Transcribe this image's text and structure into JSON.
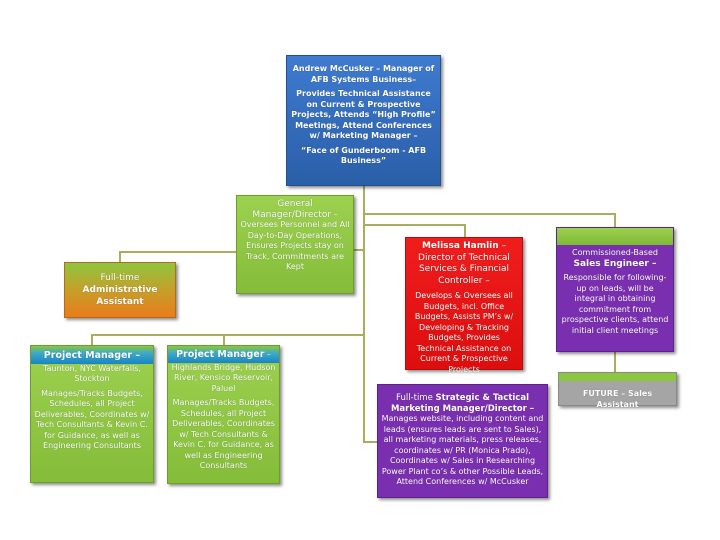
{
  "colors": {
    "connector": "#a9ae5e",
    "top": "#2e66b5",
    "green": "#8dc63f",
    "red": "#e61414",
    "purple": "#7a2fb0",
    "orange": "#e8821e",
    "gray": "#a5a5a5",
    "cyan": "#1a9fd0"
  },
  "top": {
    "title": "Andrew McCusker – Manager of AFB Systems Business–",
    "desc": "Provides Technical Assistance on Current & Prospective Projects, Attends “High Profile” Meetings, Attend Conferences w/ Marketing Manager –",
    "quote": "“Face of Gunderboom - AFB Business”"
  },
  "gm": {
    "title": "General Manager/Director",
    "dash": " –",
    "desc": "Oversees Personnel and All Day-to-Day Operations, Ensures Projects stay on Track, Commitments are Kept"
  },
  "admin": {
    "prefix": "Full-time",
    "title": "Administrative Assistant"
  },
  "melissa": {
    "name": "Melissa Hamlin",
    "role": " – Director of Technical Services & Financial Controller –",
    "desc": "Develops & Oversees all Budgets, incl. Office Budgets, Assists PM’s w/ Developing & Tracking Budgets, Provides Technical Assistance on Current & Prospective Projects"
  },
  "sales": {
    "prefix": "Commissioned-Based ",
    "title": "Sales Engineer –",
    "desc": "Responsible for following-up on leads, will be integral in obtaining commitment from prospective clients, attend initial client meetings"
  },
  "future": {
    "title": "FUTURE – Sales Assistant"
  },
  "pm1": {
    "title": "Project Manager –",
    "sites": "Taunton, NYC Waterfalls, Stockton",
    "desc": "Manages/Tracks Budgets, Schedules, all Project Deliverables, Coordinates w/ Tech Consultants & Kevin C. for Guidance, as well as Engineering Consultants"
  },
  "pm2": {
    "title": "Project Manager",
    "dash": " –",
    "sites": "Highlands Bridge, Hudson River, Kensico Reservoir, Paluel",
    "desc": "Manages/Tracks Budgets, Schedules, all Project Deliverables, Coordinates w/ Tech Consultants & Kevin C. for Guidance, as well as Engineering Consultants"
  },
  "marketing": {
    "prefix": "Full-time ",
    "title": "Strategic & Tactical Marketing Manager/Director –",
    "desc": "Manages website, including content and leads (ensures leads are sent to Sales), all marketing materials, press releases, coordinates w/ PR (Monica Prado), Coordinates w/ Sales in Researching Power Plant co’s & other Possible Leads, Attend Conferences w/ McCusker"
  }
}
